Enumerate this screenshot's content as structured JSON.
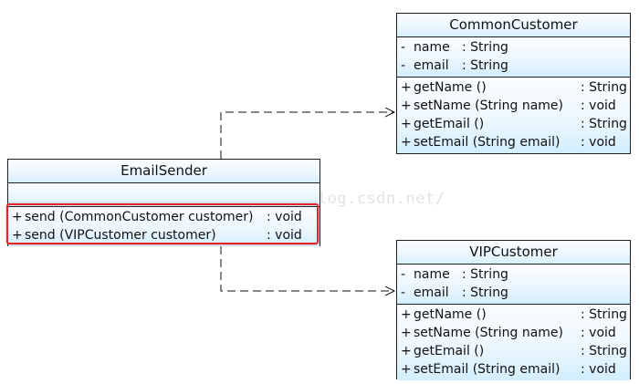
{
  "classes": {
    "common_customer": {
      "title": "CommonCustomer",
      "attributes": [
        {
          "vis": "-",
          "name": "name",
          "type": ": String"
        },
        {
          "vis": "-",
          "name": "email",
          "type": ": String"
        }
      ],
      "methods": [
        {
          "vis": "+",
          "name": "getName ()",
          "type": ": String"
        },
        {
          "vis": "+",
          "name": "setName (String name)",
          "type": ": void"
        },
        {
          "vis": "+",
          "name": "getEmail ()",
          "type": ": String"
        },
        {
          "vis": "+",
          "name": "setEmail (String email)",
          "type": ": void"
        }
      ]
    },
    "email_sender": {
      "title": "EmailSender",
      "methods": [
        {
          "vis": "+",
          "name": "send (CommonCustomer customer)",
          "type": ": void"
        },
        {
          "vis": "+",
          "name": "send (VIPCustomer customer)",
          "type": ": void"
        }
      ]
    },
    "vip_customer": {
      "title": "VIPCustomer",
      "attributes": [
        {
          "vis": "-",
          "name": "name",
          "type": ": String"
        },
        {
          "vis": "-",
          "name": "email",
          "type": ": String"
        }
      ],
      "methods": [
        {
          "vis": "+",
          "name": "getName ()",
          "type": ": String"
        },
        {
          "vis": "+",
          "name": "setName (String name)",
          "type": ": void"
        },
        {
          "vis": "+",
          "name": "getEmail ()",
          "type": ": String"
        },
        {
          "vis": "+",
          "name": "setEmail (String email)",
          "type": ": void"
        }
      ]
    }
  },
  "relations": [
    {
      "from": "EmailSender",
      "to": "CommonCustomer",
      "kind": "dependency"
    },
    {
      "from": "EmailSender",
      "to": "VIPCustomer",
      "kind": "dependency"
    }
  ],
  "watermark": "http://blog.csdn.net/",
  "colors": {
    "box_fill_top": "#fbfdff",
    "box_fill_bottom": "#d2eefe",
    "border": "#1f1f1f",
    "highlight": "#e0262b"
  }
}
